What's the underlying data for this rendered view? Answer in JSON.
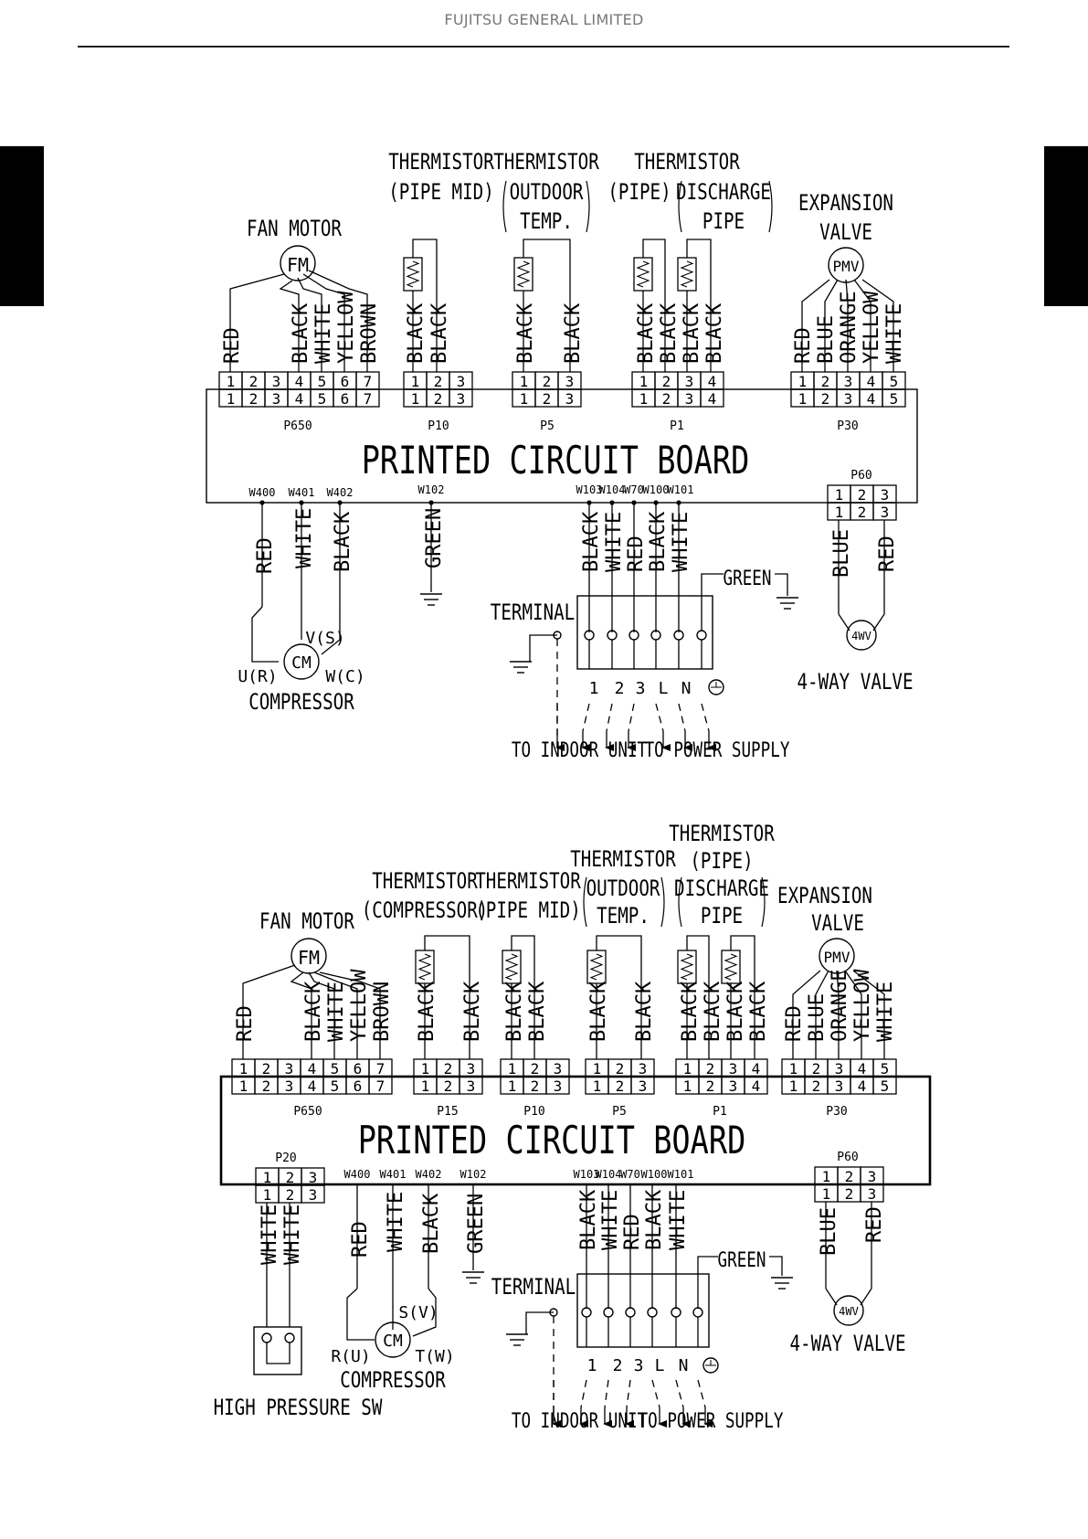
{
  "header": {
    "company": "FUJITSU GENERAL LIMITED"
  },
  "colors": {
    "ink": "#000000",
    "tab": "#000000",
    "header_text": "#777777"
  },
  "diagram1": {
    "fan_motor": {
      "title": "FAN MOTOR",
      "symbol": "FM",
      "wires": [
        "RED",
        "",
        "",
        "BLACK",
        "WHITE",
        "YELLOW",
        "BROWN"
      ],
      "connector": "P650",
      "pins": [
        "1",
        "2",
        "3",
        "4",
        "5",
        "6",
        "7"
      ]
    },
    "therm_pipe_mid": {
      "title1": "THERMISTOR",
      "title2": "(PIPE MID)",
      "wires": [
        "BLACK",
        "BLACK"
      ],
      "connector": "P10",
      "pins": [
        "1",
        "2",
        "3"
      ]
    },
    "therm_outdoor": {
      "title1": "THERMISTOR",
      "title2": "OUTDOOR",
      "title3": "TEMP.",
      "wires": [
        "BLACK",
        "BLACK"
      ],
      "connector": "P5",
      "pins": [
        "1",
        "2",
        "3"
      ]
    },
    "therm_pipe_discharge": {
      "title1": "THERMISTOR",
      "title2a": "(PIPE)",
      "title2b": "DISCHARGE",
      "title3": "PIPE",
      "wires": [
        "BLACK",
        "BLACK",
        "BLACK",
        "BLACK"
      ],
      "connector": "P1",
      "pins": [
        "1",
        "2",
        "3",
        "4"
      ]
    },
    "expansion_valve": {
      "title1": "EXPANSION",
      "title2": "VALVE",
      "symbol": "PMV",
      "wires": [
        "RED",
        "BLUE",
        "ORANGE",
        "YELLOW",
        "WHITE"
      ],
      "connector": "P30",
      "pins": [
        "1",
        "2",
        "3",
        "4",
        "5"
      ]
    },
    "board": {
      "label": "PRINTED CIRCUIT BOARD"
    },
    "p60": {
      "connector": "P60",
      "pins": [
        "1",
        "2",
        "3"
      ],
      "wires": [
        "BLUE",
        "RED"
      ]
    },
    "compressor": {
      "points": [
        "W400",
        "W401",
        "W402"
      ],
      "wires": [
        "RED",
        "WHITE",
        "BLACK"
      ],
      "symbol": "CM",
      "t1": "U(R)",
      "t2": "V(S)",
      "t3": "W(C)",
      "label": "COMPRESSOR"
    },
    "ground": {
      "point": "W102",
      "wire": "GREEN"
    },
    "terminal": {
      "points": [
        "W103",
        "W104",
        "W70",
        "W100",
        "W101"
      ],
      "wires": [
        "BLACK",
        "WHITE",
        "RED",
        "BLACK",
        "WHITE"
      ],
      "green": "GREEN",
      "label": "TERMINAL",
      "numbers": [
        "1",
        "2",
        "3",
        "L",
        "N"
      ]
    },
    "four_way": {
      "symbol": "4WV",
      "label": "4-WAY VALVE"
    },
    "dest": {
      "indoor": "TO INDOOR UNIT",
      "power": "TO POWER SUPPLY"
    }
  },
  "diagram2": {
    "fan_motor": {
      "title": "FAN MOTOR",
      "symbol": "FM",
      "wires": [
        "RED",
        "",
        "",
        "BLACK",
        "WHITE",
        "YELLOW",
        "BROWN"
      ],
      "connector": "P650",
      "pins": [
        "1",
        "2",
        "3",
        "4",
        "5",
        "6",
        "7"
      ]
    },
    "therm_compressor": {
      "title1": "THERMISTOR",
      "title2": "(COMPRESSOR)",
      "wires": [
        "BLACK",
        "BLACK"
      ],
      "connector": "P15",
      "pins": [
        "1",
        "2",
        "3"
      ]
    },
    "therm_pipe_mid": {
      "title1": "THERMISTOR",
      "title2": "(PIPE MID)",
      "wires": [
        "BLACK",
        "BLACK"
      ],
      "connector": "P10",
      "pins": [
        "1",
        "2",
        "3"
      ]
    },
    "therm_outdoor": {
      "title1": "THERMISTOR",
      "title2": "OUTDOOR",
      "title3": "TEMP.",
      "wires": [
        "BLACK",
        "BLACK"
      ],
      "connector": "P5",
      "pins": [
        "1",
        "2",
        "3"
      ]
    },
    "therm_pipe_discharge": {
      "title1": "THERMISTOR",
      "title2": "(PIPE)",
      "title3": "DISCHARGE",
      "title4": "PIPE",
      "wires": [
        "BLACK",
        "BLACK",
        "BLACK",
        "BLACK"
      ],
      "connector": "P1",
      "pins": [
        "1",
        "2",
        "3",
        "4"
      ]
    },
    "expansion_valve": {
      "title1": "EXPANSION",
      "title2": "VALVE",
      "symbol": "PMV",
      "wires": [
        "RED",
        "BLUE",
        "ORANGE",
        "YELLOW",
        "WHITE"
      ],
      "connector": "P30",
      "pins": [
        "1",
        "2",
        "3",
        "4",
        "5"
      ]
    },
    "board": {
      "label": "PRINTED CIRCUIT BOARD"
    },
    "p20": {
      "connector": "P20",
      "pins": [
        "1",
        "2",
        "3"
      ],
      "wires": [
        "WHITE",
        "WHITE"
      ],
      "label": "HIGH PRESSURE SW"
    },
    "p60": {
      "connector": "P60",
      "pins": [
        "1",
        "2",
        "3"
      ],
      "wires": [
        "BLUE",
        "RED"
      ]
    },
    "compressor": {
      "points": [
        "W400",
        "W401",
        "W402"
      ],
      "wires": [
        "RED",
        "WHITE",
        "BLACK"
      ],
      "symbol": "CM",
      "t1": "R(U)",
      "t2": "S(V)",
      "t3": "T(W)",
      "label": "COMPRESSOR"
    },
    "ground": {
      "point": "W102",
      "wire": "GREEN"
    },
    "terminal": {
      "points": [
        "W103",
        "W104",
        "W70",
        "W100",
        "W101"
      ],
      "wires": [
        "BLACK",
        "WHITE",
        "RED",
        "BLACK",
        "WHITE"
      ],
      "green": "GREEN",
      "label": "TERMINAL",
      "numbers": [
        "1",
        "2",
        "3",
        "L",
        "N"
      ]
    },
    "four_way": {
      "symbol": "4WV",
      "label": "4-WAY VALVE"
    },
    "dest": {
      "indoor": "TO INDOOR UNIT",
      "power": "TO POWER SUPPLY"
    }
  }
}
